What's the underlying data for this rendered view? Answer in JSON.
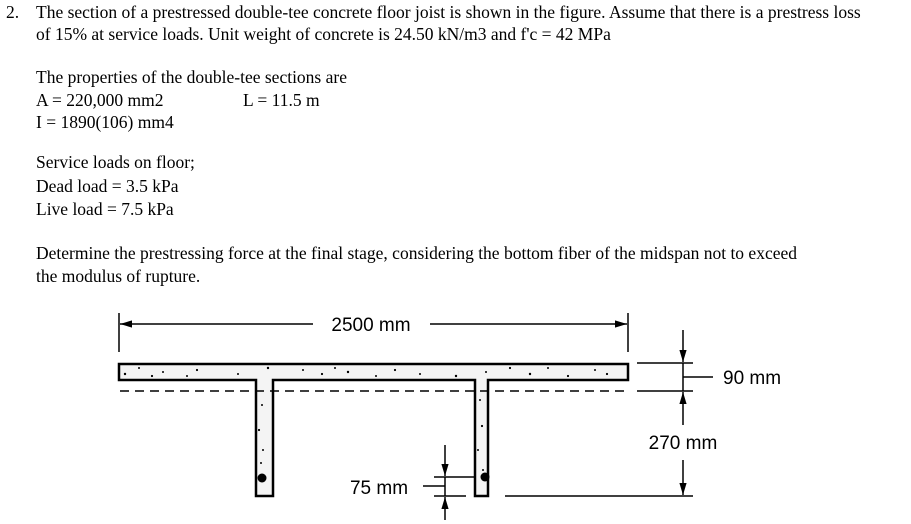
{
  "problem": {
    "number": "2.",
    "statement_line1": "The section of a prestressed double-tee concrete floor joist is shown in the figure. Assume that there is a prestress loss",
    "statement_line2": "of 15% at service loads. Unit weight of concrete is 24.50 kN/m3 and f'c = 42 MPa"
  },
  "properties": {
    "title": "The properties of the double-tee sections are",
    "area": "A = 220,000 mm2",
    "length": "L = 11.5 m",
    "inertia": "I = 1890(106) mm4"
  },
  "loads": {
    "title": "Service loads on floor;",
    "dead": "Dead load = 3.5 kPa",
    "live": "Live load = 7.5 kPa"
  },
  "question": {
    "line1": "Determine the prestressing force at the final stage, considering the bottom fiber of the midspan not to exceed",
    "line2": "the modulus of rupture."
  },
  "figure": {
    "width_label": "2500 mm",
    "flange_label": "90 mm",
    "depth_label": "270 mm",
    "tendon_label": "75 mm",
    "line_color": "#000000",
    "concrete_fill": "#f4f4f4"
  }
}
